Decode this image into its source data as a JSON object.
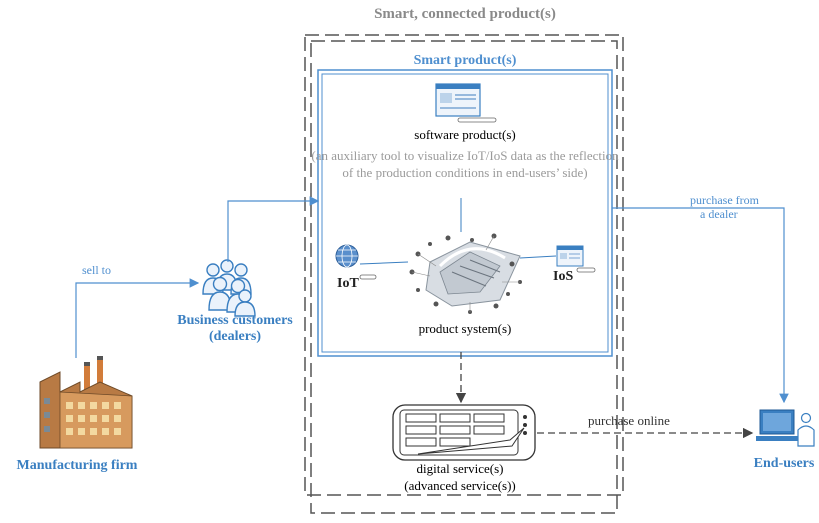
{
  "labels": {
    "outer_title": "Smart, connected product(s)",
    "smart_title": "Smart product(s)",
    "software_title": "software product(s)",
    "software_desc": "(an auxiliary tool to visualize IoT/IoS data as the reflection of the production conditions in end-users’ side)",
    "iot": "IoT",
    "ios": "IoS",
    "product_system": "product system(s)",
    "digital_service": "digital service(s)",
    "advanced_service": "(advanced service(s))",
    "business_customers": "Business customers (dealers)",
    "manufacturing_firm": "Manufacturing firm",
    "end_users": "End-users",
    "sell_to": "sell to",
    "purchase_from_line1": "purchase from",
    "purchase_from_line2": "a dealer",
    "purchase_online": "purchase online"
  },
  "colors": {
    "accent_blue": "#4f8fcf",
    "label_blue": "#3a7fc1",
    "gray_text": "#9a9a9a",
    "dashed_gray": "#555555"
  },
  "icons": [
    "factory-icon",
    "people-group-icon",
    "software-window-icon",
    "globe-iot-icon",
    "ios-window-icon",
    "product-system-machine-icon",
    "tablet-icon",
    "computer-user-icon"
  ]
}
